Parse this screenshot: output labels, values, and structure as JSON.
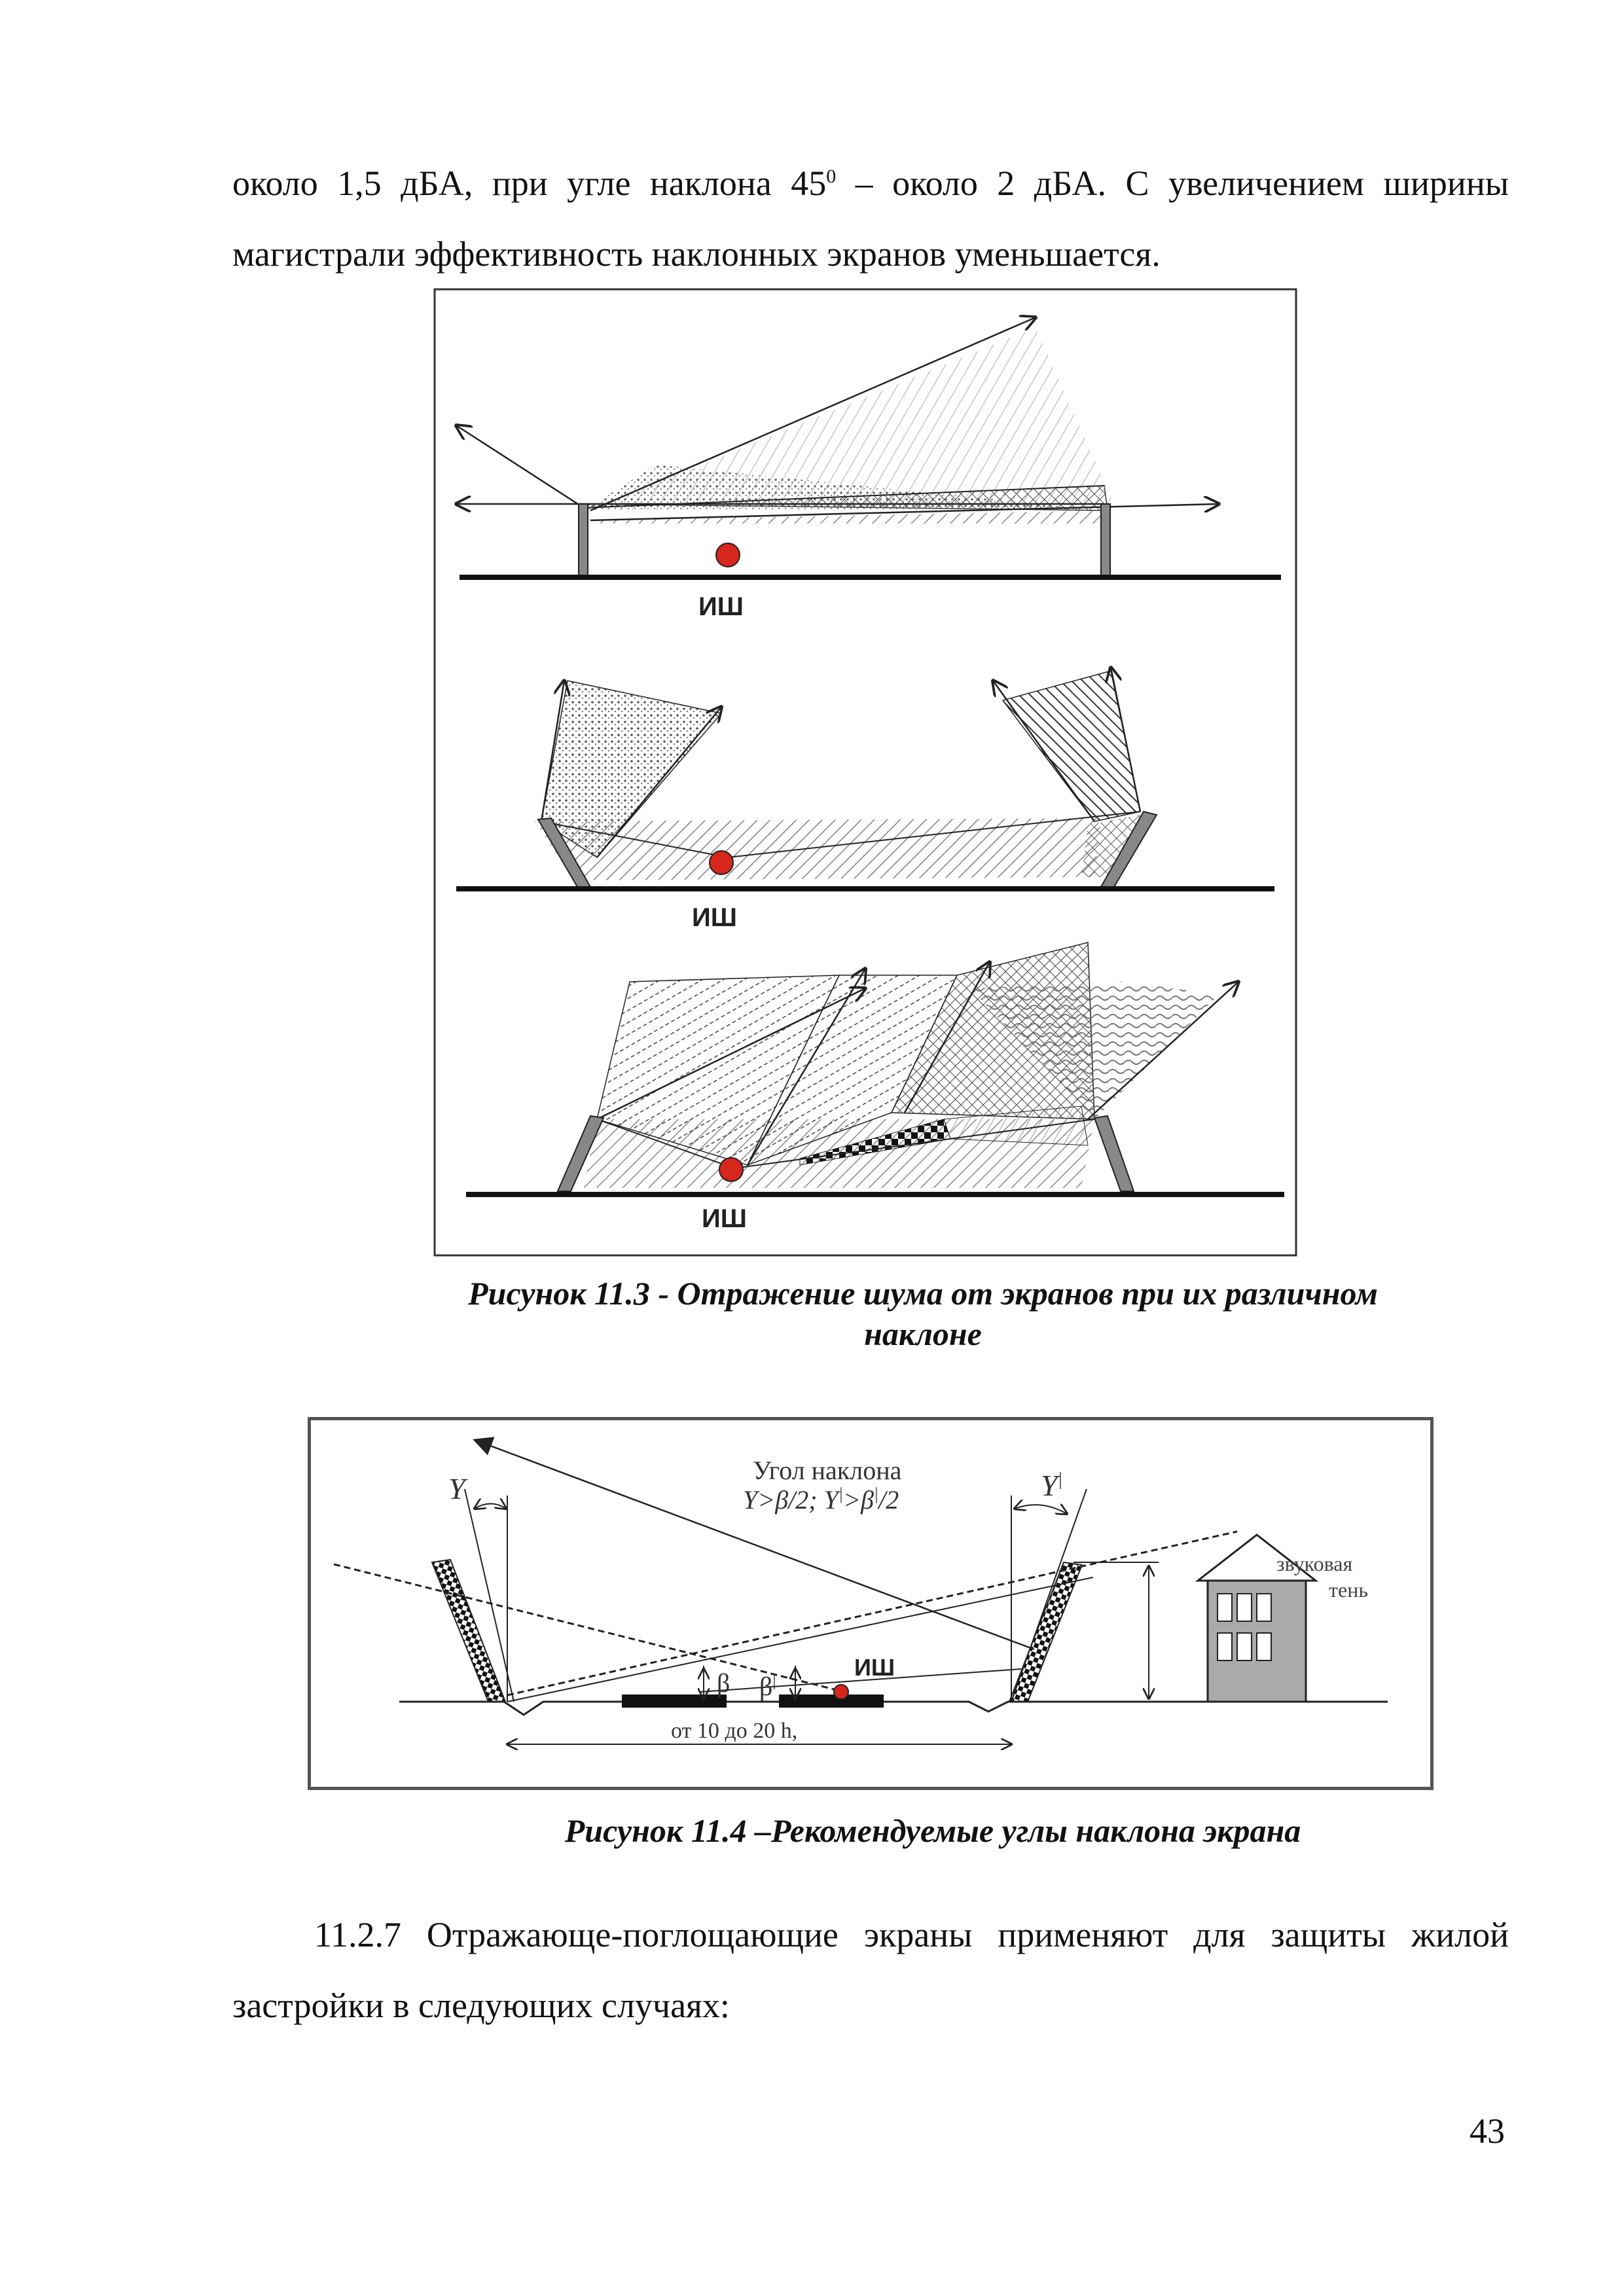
{
  "paragraph1": {
    "line1_before_sup": "около 1,5 дБА, при угле наклона 45",
    "line1_sup": "0",
    "line1_after_sup": " – около 2 дБА. С увеличением ширины",
    "line2": "магистрали эффективность наклонных экранов уменьшается."
  },
  "figure_11_3": {
    "source_label_1": "ИШ",
    "source_label_2": "ИШ",
    "source_label_3": "ИШ",
    "caption_line1": "Рисунок 11.3 - Отражение шума от экранов при их различном",
    "caption_line2": "наклоне"
  },
  "figure_11_4": {
    "angle_title": "Угол наклона",
    "angle_formula_a": "Y>β/2; Y",
    "angle_formula_sup": "|",
    "angle_formula_b": ">β",
    "angle_formula_sup2": "|",
    "angle_formula_c": "/2",
    "y_left": "Y",
    "y_right": "Y",
    "y_right_sup": "|",
    "beta_1": "β",
    "beta_2": "β",
    "beta_sup": "|",
    "source_label": "ИШ",
    "shadow_label_1": "звуковая",
    "shadow_label_2": "тень",
    "distance_label": "от 10 до 20 h,",
    "caption": "Рисунок 11.4 –Рекомендуемые углы наклона экрана"
  },
  "paragraph2": {
    "line1": "11.2.7 Отражающе-поглощающие экраны применяют для защиты жилой",
    "line2": "застройки в следующих случаях:"
  },
  "page_number": "43",
  "colors": {
    "source_dot": "#d7261b",
    "line": "#222222",
    "hatch": "#555555"
  }
}
